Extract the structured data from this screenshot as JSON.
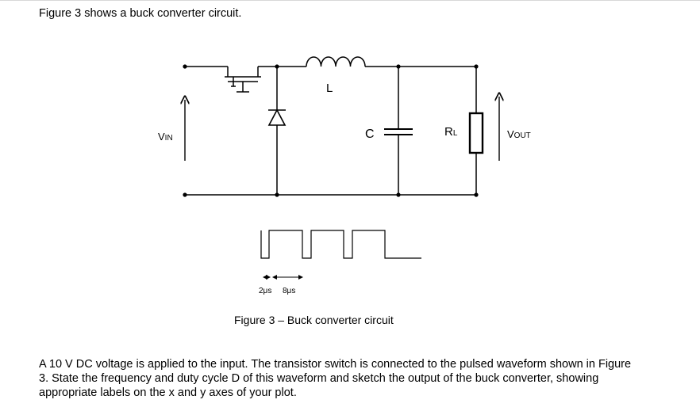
{
  "intro_text": "Figure 3 shows a buck converter circuit.",
  "circuit": {
    "label_vin_main": "V",
    "label_vin_sub": "IN",
    "label_inductor": "L",
    "label_capacitor": "C",
    "label_resistor_main": "R",
    "label_resistor_sub": "L",
    "label_vout_main": "V",
    "label_vout_sub": "OUT"
  },
  "waveform": {
    "on_time_label": "2μs",
    "off_time_label": "8μs"
  },
  "figure_caption": "Figure 3 – Buck converter circuit",
  "question_text": "A 10 V DC voltage is applied to the input. The transistor switch is connected to the pulsed waveform shown in Figure 3. State the frequency and duty cycle D of this waveform and sketch the output of the buck converter, showing appropriate labels on the x and y axes of your plot."
}
